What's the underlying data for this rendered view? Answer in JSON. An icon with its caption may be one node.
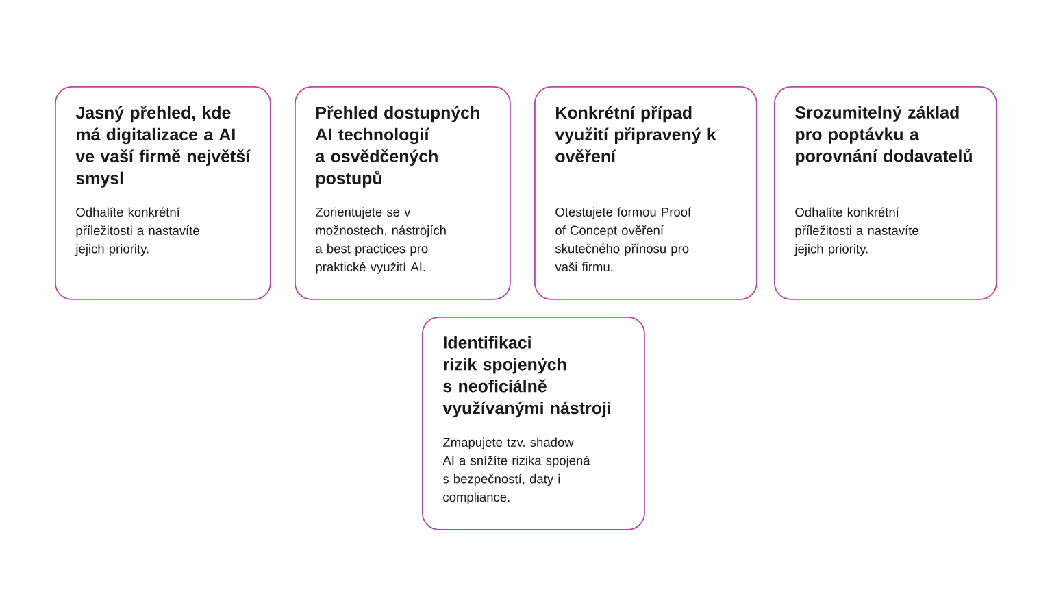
{
  "diagram": {
    "nodes": [
      {
        "text": [
          "Jasný přehled, kde má digitalizace a AI ve vaší firmě největší smysl",
          "Odhalíte konkrétní příležitosti a nastavíte jejich priority."
        ]
      },
      {
        "text": [
          "Přehled dostupných AI technologií a osvědčených postupů",
          "Zorientujete se v možnostech, nástrojích a best practices pro praktické využití AI."
        ]
      },
      {
        "text": [
          "Konkrétní případ využití připravený k ověření",
          "Otestujete formou Proof of Concept ověření skutečného přínosu pro vaši firmu."
        ]
      },
      {
        "text": [
          "Srozumitelný základ pro poptávku a porovnání dodavatelů",
          "Odhalíte konkrétní příležitosti a nastavíte jejich priority."
        ]
      },
      {
        "text": [
          "Identifikaci rizik spojených s neoficiálně využívanými nástroji",
          "Zmapujete tzv. shadow AI a snížíte rizika spojená s bezpečností, daty i compliance."
        ]
      }
    ]
  }
}
